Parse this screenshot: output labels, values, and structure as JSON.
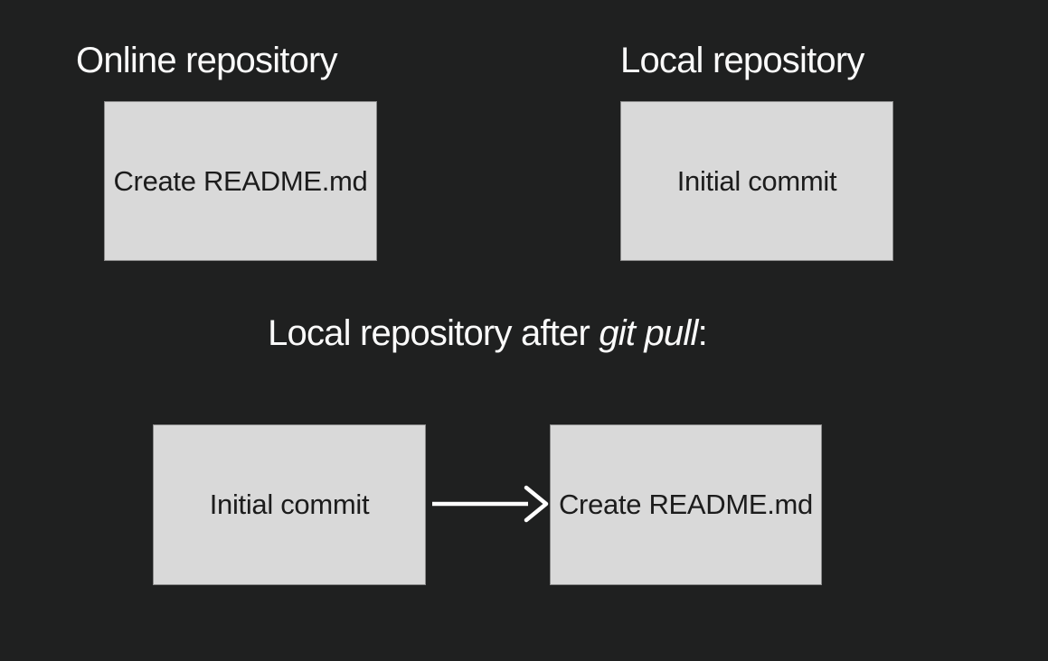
{
  "theme": {
    "background": "#1f2020",
    "box_fill": "#d9d9d9",
    "box_border": "#8c8c8c",
    "heading_color": "#fafafa",
    "box_text_color": "#1c1c1c",
    "arrow_color": "#ffffff"
  },
  "top_section": {
    "online": {
      "heading": "Online repository",
      "commit": "Create README.md"
    },
    "local": {
      "heading": "Local repository",
      "commit": "Initial commit"
    }
  },
  "bottom_section": {
    "heading": {
      "prefix": "Local repository after ",
      "command": "git pull",
      "suffix": ":"
    },
    "commits": [
      "Initial commit",
      "Create README.md"
    ],
    "arrow_icon": "arrow-right-icon"
  }
}
